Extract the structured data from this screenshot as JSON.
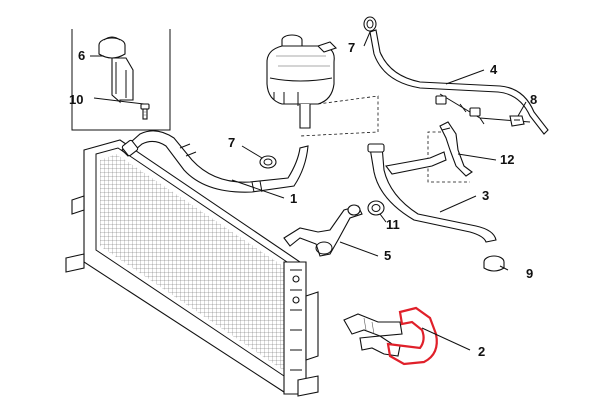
{
  "labels": {
    "l1": "1",
    "l2": "2",
    "l3": "3",
    "l4": "4",
    "l5": "5",
    "l6": "6",
    "l7a": "7",
    "l7b": "7",
    "l8": "8",
    "l9": "9",
    "l10": "10",
    "l11": "11",
    "l12": "12"
  },
  "highlight": {
    "part": "2",
    "color": "#e0202a"
  },
  "colors": {
    "line": "#111111",
    "background": "#ffffff"
  }
}
